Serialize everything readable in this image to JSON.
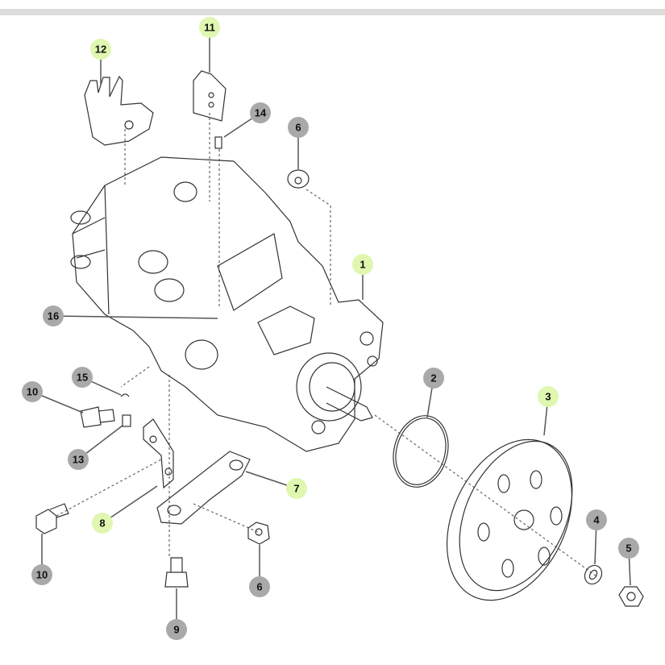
{
  "colors": {
    "highlight": "#dff7b0",
    "normal": "#a9a9a9",
    "line": "#555555"
  },
  "callouts": [
    {
      "label": "12",
      "highlighted": true
    },
    {
      "label": "11",
      "highlighted": true
    },
    {
      "label": "14",
      "highlighted": false
    },
    {
      "label": "6",
      "highlighted": false
    },
    {
      "label": "1",
      "highlighted": true
    },
    {
      "label": "16",
      "highlighted": false
    },
    {
      "label": "2",
      "highlighted": false
    },
    {
      "label": "15",
      "highlighted": false
    },
    {
      "label": "10",
      "highlighted": false
    },
    {
      "label": "3",
      "highlighted": true
    },
    {
      "label": "13",
      "highlighted": false
    },
    {
      "label": "7",
      "highlighted": true
    },
    {
      "label": "8",
      "highlighted": true
    },
    {
      "label": "10",
      "highlighted": false
    },
    {
      "label": "6",
      "highlighted": false
    },
    {
      "label": "9",
      "highlighted": false
    },
    {
      "label": "4",
      "highlighted": false
    },
    {
      "label": "5",
      "highlighted": false
    }
  ]
}
